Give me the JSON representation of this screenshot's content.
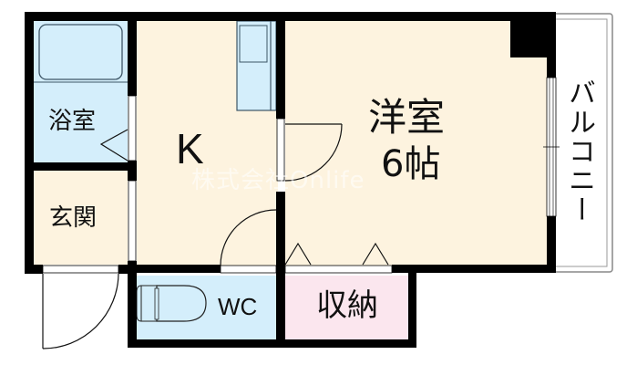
{
  "floor_plan": {
    "type": "1K",
    "rooms": [
      {
        "id": "bath",
        "label": "浴室",
        "color": "#d4eefb"
      },
      {
        "id": "kitchen",
        "label": "K",
        "color": "#fdf3df"
      },
      {
        "id": "western",
        "label": "洋室",
        "size_label": "6帖",
        "color": "#fdf3df"
      },
      {
        "id": "entrance",
        "label": "玄関",
        "color": "#fdf3df"
      },
      {
        "id": "wc",
        "label": "WC",
        "color": "#d4eefb"
      },
      {
        "id": "storage",
        "label": "収納",
        "color": "#fbe6ee"
      },
      {
        "id": "balcony",
        "label": "バルコニー",
        "color": "#ffffff"
      }
    ],
    "watermark": "株式会社Onlife",
    "colors": {
      "wall": "#000000",
      "floor_wood": "#fdf3df",
      "floor_wet": "#d4eefb",
      "floor_storage": "#fbe6ee",
      "fixture_stroke": "#3d5566"
    }
  }
}
